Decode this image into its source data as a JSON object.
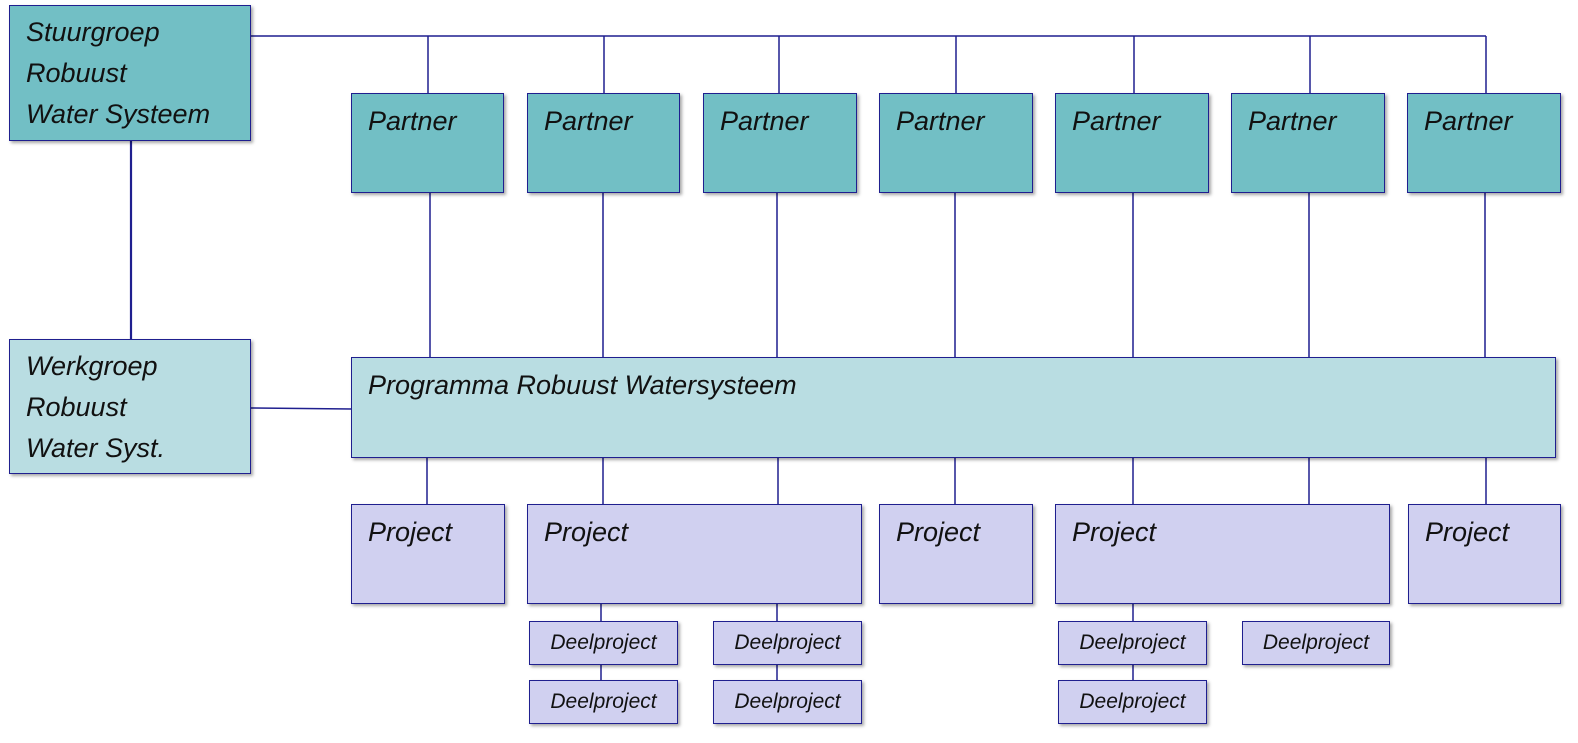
{
  "colors": {
    "line": "#1f1f8f",
    "stuurgroep_fill": "#72bfc5",
    "partner_fill": "#72bfc5",
    "programma_fill": "#b9dde2",
    "werkgroep_fill": "#b9dde2",
    "project_fill": "#d0d0f0"
  },
  "stuurgroep": {
    "line1": "Stuurgroep",
    "line2": "Robuust",
    "line3": "Water Systeem"
  },
  "werkgroep": {
    "line1": "Werkgroep",
    "line2": "Robuust",
    "line3": "Water Syst."
  },
  "programma": {
    "label": "Programma Robuust Watersysteem"
  },
  "partners": [
    {
      "label": "Partner"
    },
    {
      "label": "Partner"
    },
    {
      "label": "Partner"
    },
    {
      "label": "Partner"
    },
    {
      "label": "Partner"
    },
    {
      "label": "Partner"
    },
    {
      "label": "Partner"
    }
  ],
  "projects": [
    {
      "label": "Project"
    },
    {
      "label": "Project"
    },
    {
      "label": "Project"
    },
    {
      "label": "Project"
    },
    {
      "label": "Project"
    }
  ],
  "deelprojects": [
    {
      "label": "Deelproject"
    },
    {
      "label": "Deelproject"
    },
    {
      "label": "Deelproject"
    },
    {
      "label": "Deelproject"
    },
    {
      "label": "Deelproject"
    },
    {
      "label": "Deelproject"
    },
    {
      "label": "Deelproject"
    }
  ]
}
